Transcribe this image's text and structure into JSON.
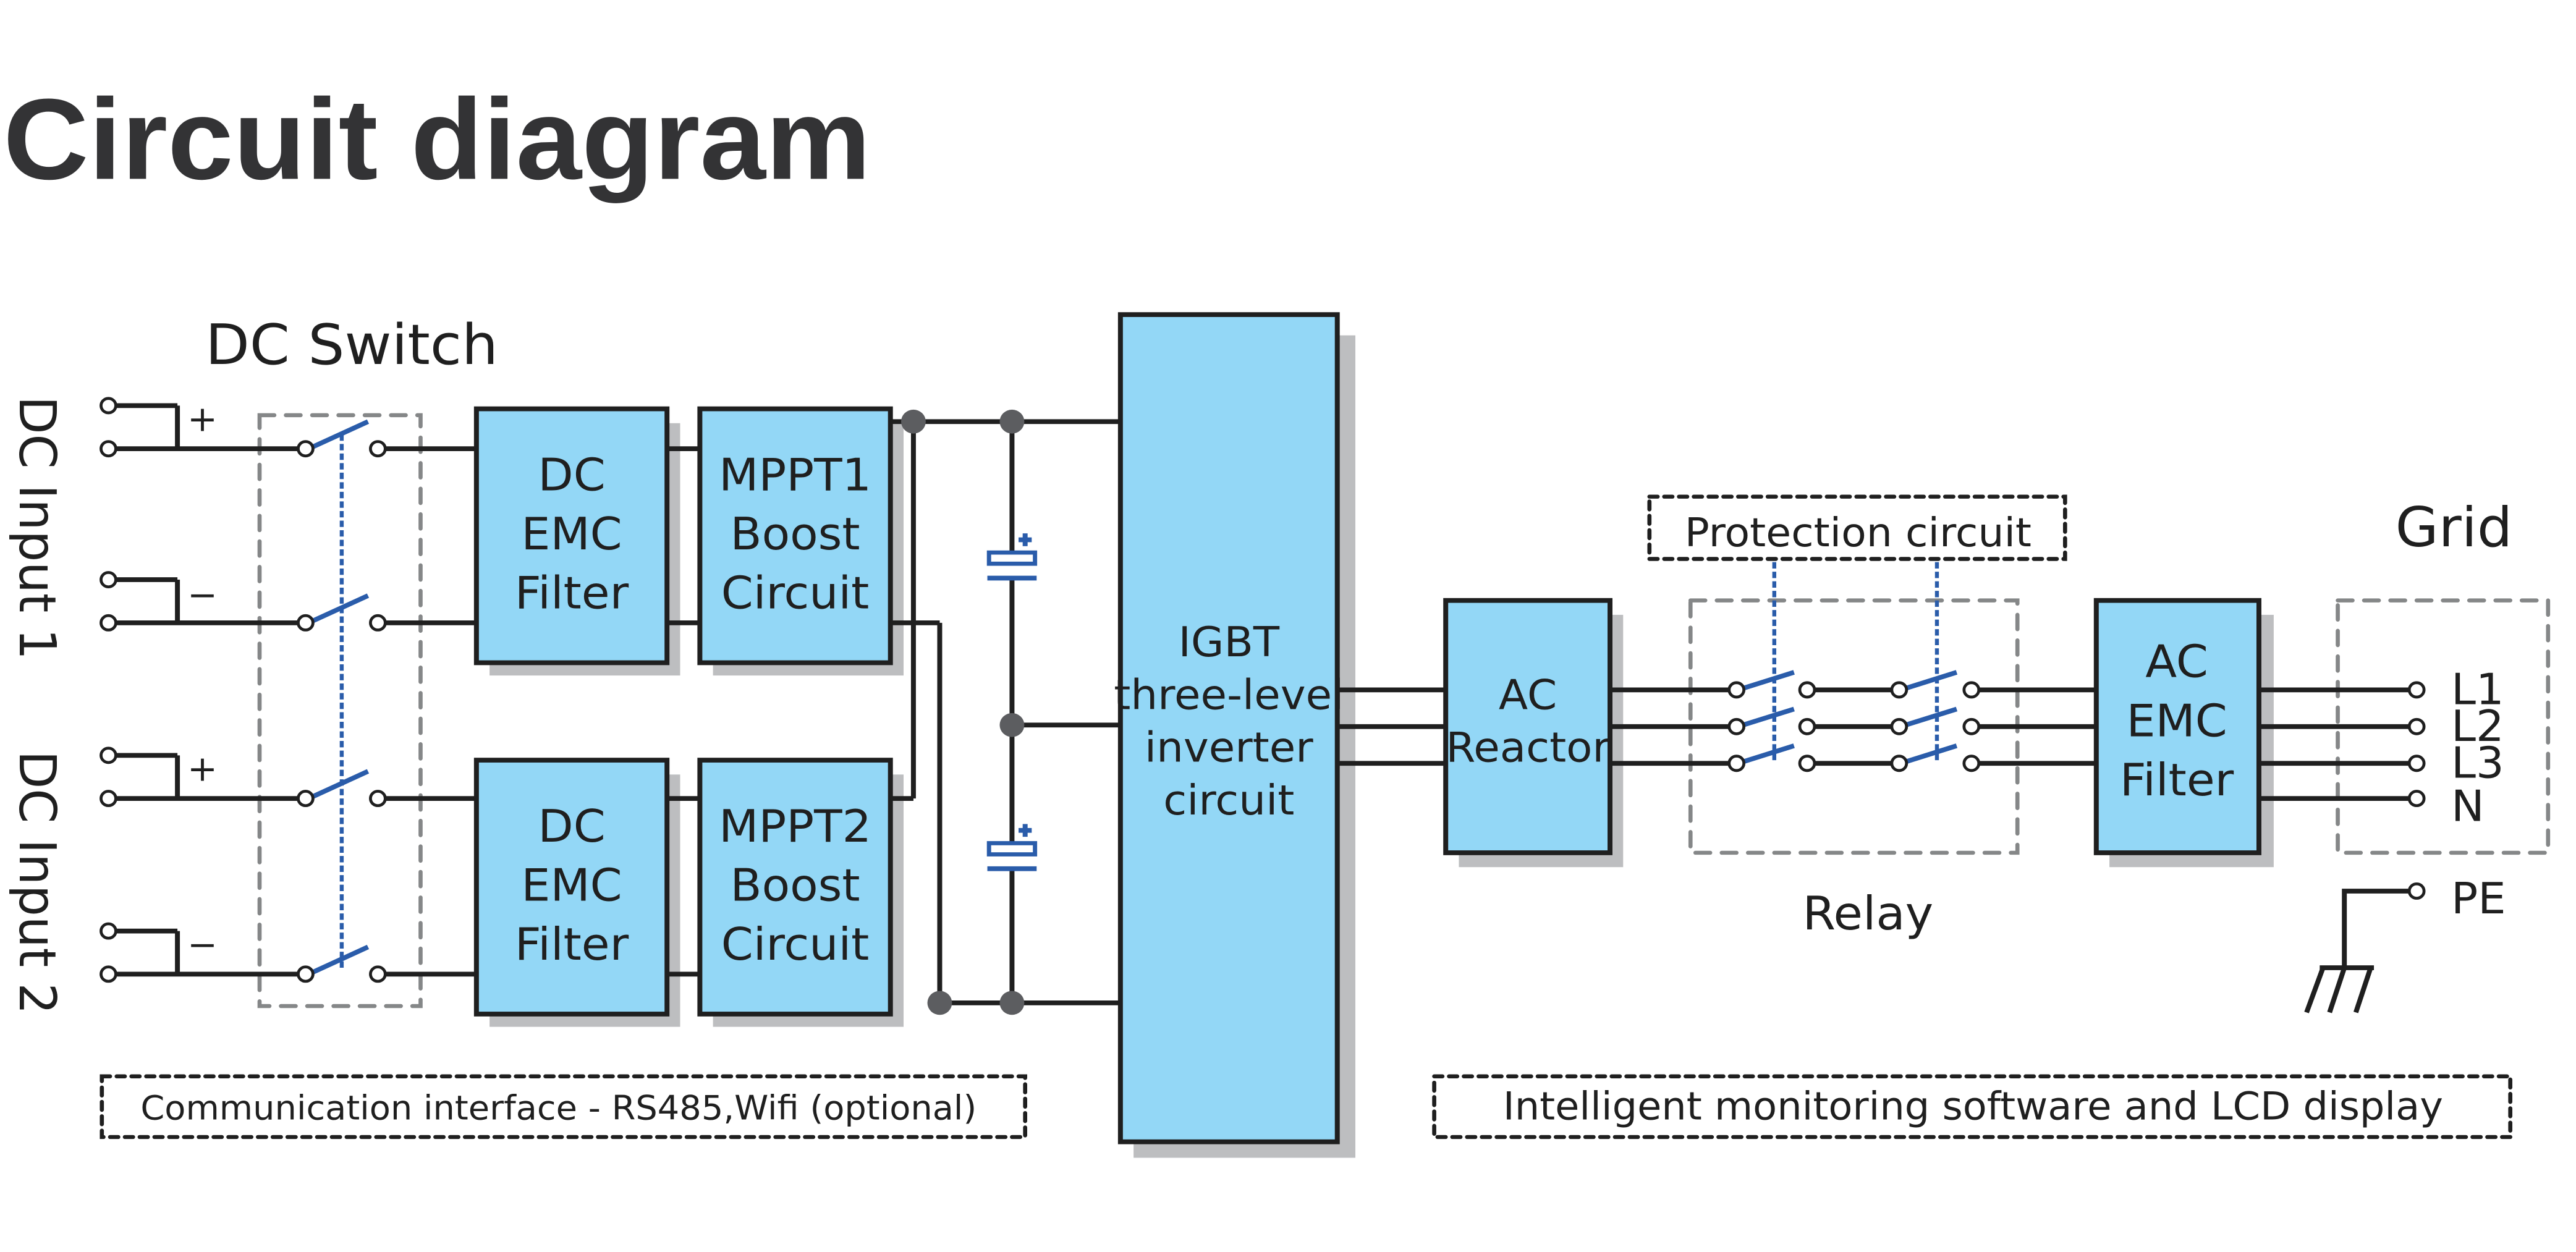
{
  "title": "Circuit diagram",
  "labels": {
    "dc_switch": "DC Switch",
    "dc_input_1": "DC Input 1",
    "dc_input_2": "DC Input 2",
    "plus": "+",
    "minus": "−",
    "relay": "Relay",
    "grid": "Grid",
    "protection_circuit": "Protection circuit",
    "pe": "PE"
  },
  "blocks": {
    "dc_emc_filter_1": [
      "DC",
      "EMC",
      "Filter"
    ],
    "dc_emc_filter_2": [
      "DC",
      "EMC",
      "Filter"
    ],
    "mppt1": [
      "MPPT1",
      "Boost",
      "Circuit"
    ],
    "mppt2": [
      "MPPT2",
      "Boost",
      "Circuit"
    ],
    "igbt": [
      "IGBT",
      "three-level",
      "inverter",
      "circuit"
    ],
    "ac_reactor": [
      "AC",
      "Reactor"
    ],
    "ac_emc_filter": [
      "AC",
      "EMC",
      "Filter"
    ]
  },
  "grid_terminals": [
    "L1",
    "L2",
    "L3",
    "N"
  ],
  "footer": {
    "communication": "Communication interface - RS485,Wifi (optional)",
    "monitoring": "Intelligent monitoring software and LCD display"
  },
  "colors": {
    "block_fill": "#93d7f6",
    "accent_blue": "#2a5caa",
    "node_grey": "#5c5d60",
    "shadow_grey": "#bdbec0"
  }
}
